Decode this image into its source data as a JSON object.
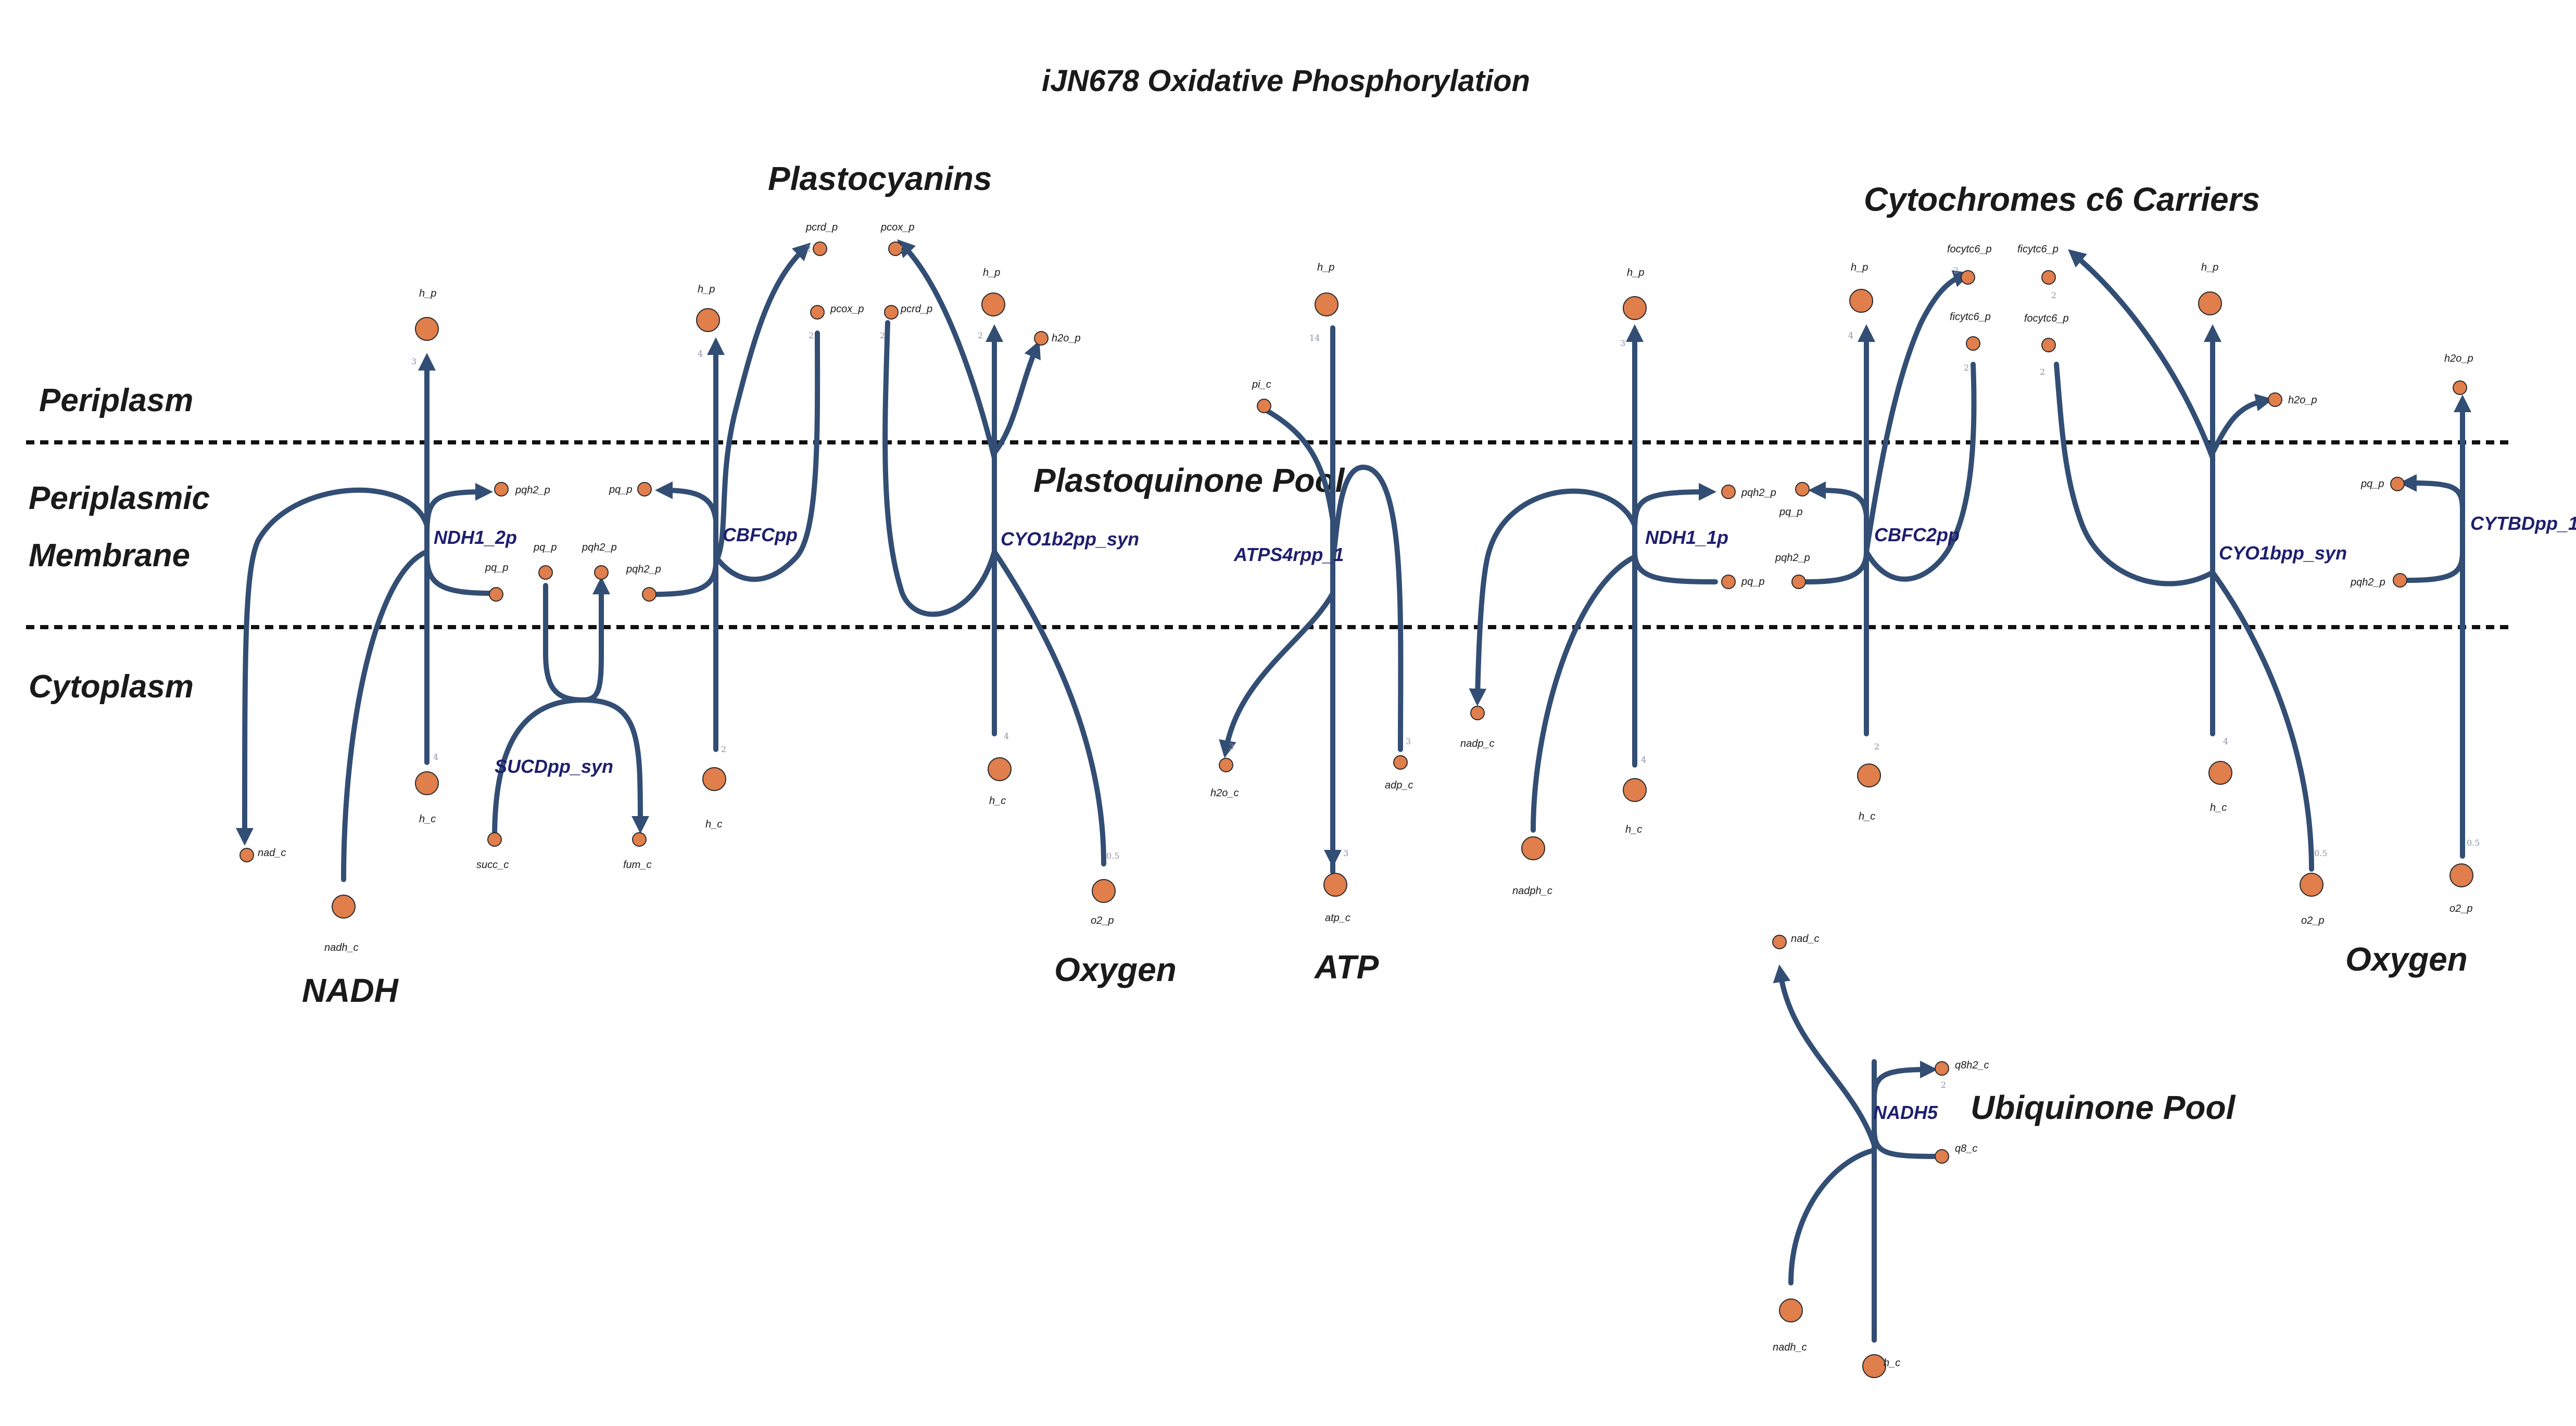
{
  "title": "iJN678 Oxidative Phosphorylation",
  "compartments": {
    "periplasm": "Periplasm",
    "membrane_line1": "Periplasmic",
    "membrane_line2": "Membrane",
    "cytoplasm": "Cytoplasm"
  },
  "groups": {
    "plastocyanins": "Plastocyanins",
    "cytochromes": "Cytochromes c6 Carriers",
    "pq_pool": "Plastoquinone Pool",
    "ubiquinone_pool": "Ubiquinone Pool",
    "nadh": "NADH",
    "oxygen1": "Oxygen",
    "atp": "ATP",
    "oxygen2": "Oxygen"
  },
  "reactions": {
    "ndh1_2p": "NDH1_2p",
    "cbfcpp": "CBFCpp",
    "sucdpp": "SUCDpp_syn",
    "cyo1b2pp": "CYO1b2pp_syn",
    "atps4rpp": "ATPS4rpp_1",
    "ndh1_1p": "NDH1_1p",
    "cbfc2pp": "CBFC2pp",
    "cyo1bpp": "CYO1bpp_syn",
    "cytbdpp": "CYTBDpp_1",
    "nadh5": "NADH5"
  },
  "metabolites": {
    "h_p_1": "h_p",
    "h_c_1": "h_c",
    "pqh2_p_1": "pqh2_p",
    "pq_p_1": "pq_p",
    "nad_c_1": "nad_c",
    "nadh_c_1": "nadh_c",
    "h_p_2": "h_p",
    "pq_p_2": "pq_p",
    "pqh2_p_2": "pqh2_p",
    "h_c_2": "h_c",
    "pcrd_p_1": "pcrd_p",
    "pcox_p_1": "pcox_p",
    "pq_p_3": "pq_p",
    "pqh2_p_3": "pqh2_p",
    "succ_c": "succ_c",
    "fum_c": "fum_c",
    "pcox_p_2": "pcox_p",
    "pcrd_p_2": "pcrd_p",
    "h_p_3": "h_p",
    "h2o_p_1": "h2o_p",
    "h_c_3": "h_c",
    "o2_p_1": "o2_p",
    "h_p_4": "h_p",
    "pi_c": "pi_c",
    "h2o_c": "h2o_c",
    "adp_c": "adp_c",
    "atp_c": "atp_c",
    "h_p_5": "h_p",
    "pqh2_p_4": "pqh2_p",
    "pq_p_4": "pq_p",
    "nadp_c": "nadp_c",
    "nadph_c": "nadph_c",
    "h_c_4": "h_c",
    "h_p_6": "h_p",
    "pq_p_5": "pq_p",
    "pqh2_p_5": "pqh2_p",
    "h_c_5": "h_c",
    "focytc6_p_1": "focytc6_p",
    "ficytc6_p_1": "ficytc6_p",
    "ficytc6_p_2": "ficytc6_p",
    "focytc6_p_2": "focytc6_p",
    "h_p_7": "h_p",
    "h2o_p_2": "h2o_p",
    "h_c_6": "h_c",
    "o2_p_2": "o2_p",
    "h2o_p_3": "h2o_p",
    "pq_p_6": "pq_p",
    "pqh2_p_6": "pqh2_p",
    "o2_p_3": "o2_p",
    "nad_c_2": "nad_c",
    "q8h2_c": "q8h2_c",
    "q8_c": "q8_c",
    "nadh_c_2": "nadh_c",
    "h_c_7": "h_c"
  },
  "coefficients": {
    "c1": "3",
    "c2": "4",
    "c3": "4",
    "c4": "2",
    "c5": "2",
    "c6": "2",
    "c7": "2",
    "c8": "2",
    "c9": "2",
    "c10": "4",
    "c11": "0.5",
    "c12": "14",
    "c13": "3",
    "c14": "3",
    "c15": "3",
    "c16": "3",
    "c17": "4",
    "c18": "4",
    "c19": "2",
    "c20": "2",
    "c21": "2",
    "c22": "2",
    "c23": "2",
    "c24": "4",
    "c25": "0.5",
    "c26": "0.5",
    "c27": "2"
  },
  "colors": {
    "edge": "#334e74",
    "node": "#e07e4c",
    "reaction_label": "#1f1f6e",
    "membrane_line": "#111111"
  }
}
